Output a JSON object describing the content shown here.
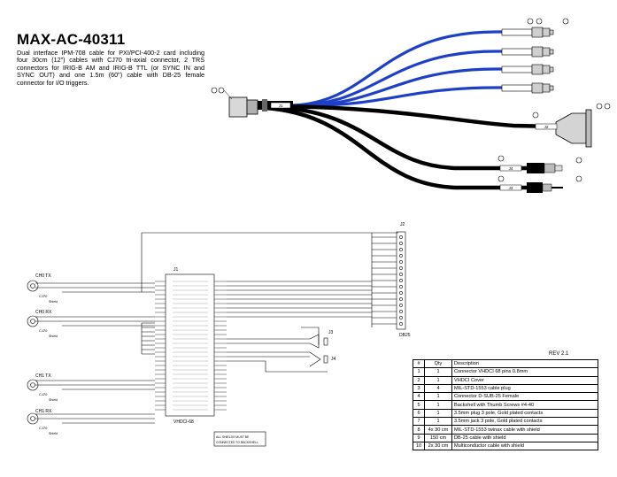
{
  "title": "MAX-AC-40311",
  "description": "Dual interface IPM-708 cable for PXI/PCI-400-2 card including four 30cm (12\") cables with CJ70 tri-axial connector, 2 TRS connectors for IRIG-B AM and IRIG-B TTL (or SYNC IN and SYNC OUT) and one 1.5m (60\") cable with DB-25 female connector for I/O triggers.",
  "revision": "REV 2.1",
  "cable_labels": {
    "j1": "J1",
    "j2": "J2",
    "j3": "J3",
    "j4": "J4"
  },
  "schematic_labels": {
    "j1_title": "J1",
    "j1_footer": "VHDCI-68",
    "j2_title": "J2",
    "j2_footer": "DB25",
    "j3": "J3",
    "j4": "J4",
    "ch0_tx": "CH0 TX",
    "ch0_rx": "CH0 RX",
    "ch1_tx": "CH1 TX",
    "ch1_rx": "CH1 RX",
    "cj70": "CJ70",
    "shield": "Shield",
    "note_line1": "ALL SHIELDS MUST BE",
    "note_line2": "CONNECTED TO BACKSHELL"
  },
  "bom": {
    "headers": [
      "#",
      "Qty",
      "Description"
    ],
    "rows": [
      {
        "n": "1",
        "qty": "1",
        "desc": "Connector VHDCI 68 pins 0.8mm"
      },
      {
        "n": "2",
        "qty": "1",
        "desc": "VHDCI Cover"
      },
      {
        "n": "3",
        "qty": "4",
        "desc": "MIL-STD-1553 cable plug"
      },
      {
        "n": "4",
        "qty": "1",
        "desc": "Connector D-SUB-25 Female"
      },
      {
        "n": "5",
        "qty": "1",
        "desc": "Backshell with Thumb Screws #4-40"
      },
      {
        "n": "6",
        "qty": "1",
        "desc": "3.5mm plug 3 pole, Gold plated contacts"
      },
      {
        "n": "7",
        "qty": "1",
        "desc": "3.5mm jack 3 pole, Gold plated contacts"
      },
      {
        "n": "8",
        "qty": "4x 30 cm",
        "desc": "MIL-STD-1553 twinax cable with shield"
      },
      {
        "n": "9",
        "qty": "150 cm",
        "desc": "DB-25 cable with shield"
      },
      {
        "n": "10",
        "qty": "2x 30 cm",
        "desc": "Multiconductor cable with shield"
      }
    ]
  }
}
